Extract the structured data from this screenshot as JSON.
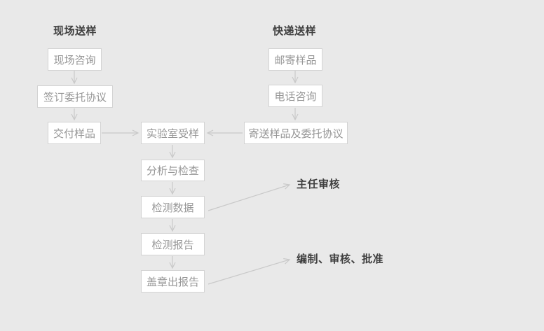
{
  "headings": {
    "left": "现场送样",
    "right": "快递送样"
  },
  "left_flow": {
    "steps": [
      "现场咨询",
      "签订委托协议",
      "交付样品"
    ]
  },
  "right_flow": {
    "steps": [
      "邮寄样品",
      "电话咨询",
      "寄送样品及委托协议"
    ]
  },
  "main_flow": {
    "steps": [
      "实验室受样",
      "分析与检查",
      "检测数据",
      "检测报告",
      "盖章出报告"
    ]
  },
  "annotations": {
    "director_review": "主任审核",
    "compile_review_approve": "编制、审核、批准"
  },
  "edges": [
    {
      "from": "现场咨询",
      "to": "签订委托协议"
    },
    {
      "from": "签订委托协议",
      "to": "交付样品"
    },
    {
      "from": "交付样品",
      "to": "实验室受样"
    },
    {
      "from": "邮寄样品",
      "to": "电话咨询"
    },
    {
      "from": "电话咨询",
      "to": "寄送样品及委托协议"
    },
    {
      "from": "寄送样品及委托协议",
      "to": "实验室受样"
    },
    {
      "from": "实验室受样",
      "to": "分析与检查"
    },
    {
      "from": "分析与检查",
      "to": "检测数据"
    },
    {
      "from": "检测数据",
      "to": "主任审核"
    },
    {
      "from": "检测数据",
      "to": "检测报告"
    },
    {
      "from": "检测报告",
      "to": "盖章出报告"
    },
    {
      "from": "盖章出报告",
      "to": "编制、审核、批准"
    }
  ],
  "colors": {
    "background": "#e9e9e9",
    "box_fill": "#ffffff",
    "box_border": "#d3d3d3",
    "box_text": "#969696",
    "heading_text": "#3f3f3f",
    "arrow": "#c9c9c9"
  }
}
